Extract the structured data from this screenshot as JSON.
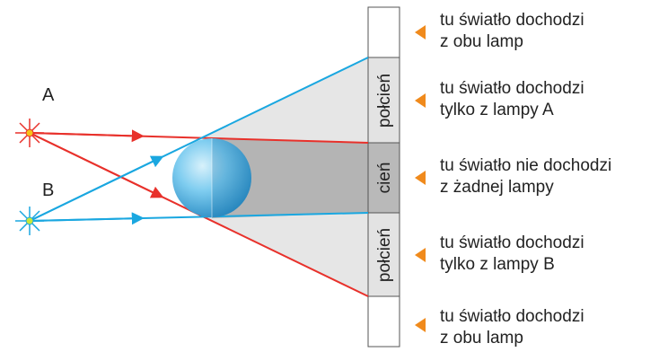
{
  "sources": {
    "a_label": "A",
    "b_label": "B",
    "a_color": "#e8312b",
    "b_color": "#1aa7e0"
  },
  "screen": {
    "regions": [
      {
        "label": "",
        "shade": "#ffffff"
      },
      {
        "label": "połcień",
        "shade": "#e3e3e3"
      },
      {
        "label": "cień",
        "shade": "#b9b9b9"
      },
      {
        "label": "połcień",
        "shade": "#e3e3e3"
      },
      {
        "label": "",
        "shade": "#ffffff"
      }
    ]
  },
  "annotations": [
    {
      "line1": "tu światło dochodzi",
      "line2": "z obu lamp",
      "icon": "orange-triangle-icon"
    },
    {
      "line1": "tu światło dochodzi",
      "line2": "tylko z lampy A",
      "icon": "orange-triangle-icon"
    },
    {
      "line1": "tu światło nie dochodzi",
      "line2": "z żadnej lampy",
      "icon": "orange-triangle-icon"
    },
    {
      "line1": "tu światło dochodzi",
      "line2": "tylko z lampy B",
      "icon": "orange-triangle-icon"
    },
    {
      "line1": "tu światło dochodzi",
      "line2": "z obu lamp",
      "icon": "orange-triangle-icon"
    }
  ],
  "colors": {
    "arrow": "#f08a1c",
    "shadow_cone": "#e6e6e6",
    "umbra_band": "#b4b4b4",
    "sphere": "#6ec3ea"
  }
}
